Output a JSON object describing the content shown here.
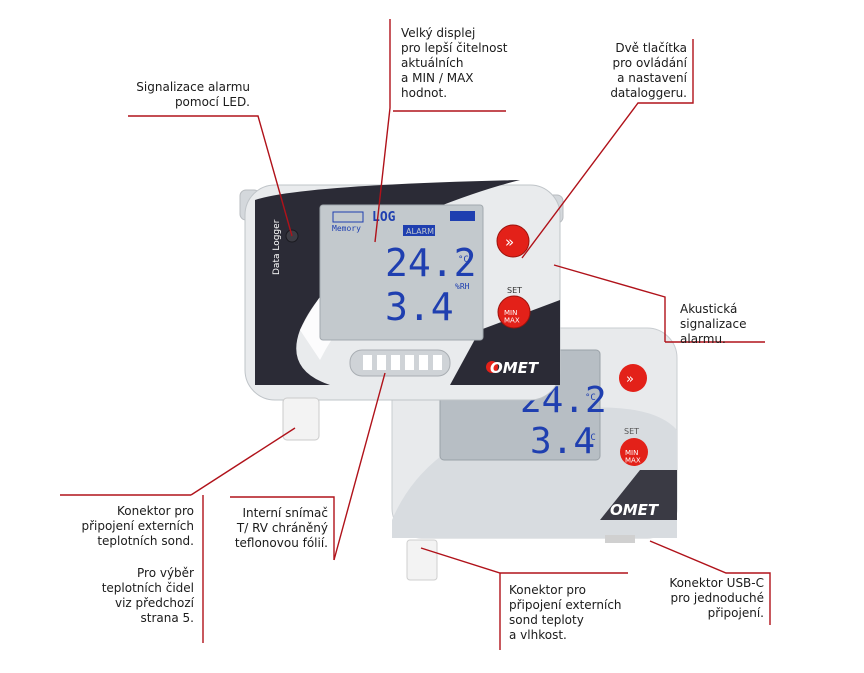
{
  "callouts": {
    "led_alarm": "Signalizace alarmu\npomocí LED.",
    "display": "Velký displej\npro lepší čitelnost\naktuálních\na MIN / MAX\nhodnot.",
    "buttons": "Dvě tlačítka\npro ovládání\na nastavení\ndataloggeru.",
    "buzzer": "Akustická\nsignalizace\nalarmu.",
    "ext_temp_connector": "Konektor pro\npřipojení externích\nteplotních sond.",
    "probe_selection": "Pro výběr\nteplotních čidel\nviz předchozí\nstrana 5.",
    "internal_sensor": "Interní snímač\nT/ RV chráněný\nteflonovou fólií.",
    "ext_th_connector": "Konektor pro\npřipojení externích\nsond teploty\na vlhkost.",
    "usb": "Konektor USB-C\npro jednoduché\npřipojení."
  },
  "device_front": {
    "brand_side": "Data Logger",
    "lcd_memory": "Memory",
    "lcd_log": "LOG",
    "lcd_alarm": "ALARM",
    "reading_1": "24.2",
    "unit_1": "°C",
    "reading_2": "3.4",
    "unit_2": "%RH",
    "btn_set": "SET",
    "btn_minmax": "MIN\nMAX",
    "logo": "OMET"
  },
  "device_back": {
    "reading_1": "24.2",
    "unit_1": "°C",
    "reading_2": "3.4",
    "unit_2": "°C",
    "btn_set": "SET",
    "btn_minmax": "MIN\nMAX",
    "logo": "OMET"
  },
  "colors": {
    "leader_line": "#b0121a",
    "lcd_text": "#1f3fb0",
    "button_red": "#e32119"
  }
}
